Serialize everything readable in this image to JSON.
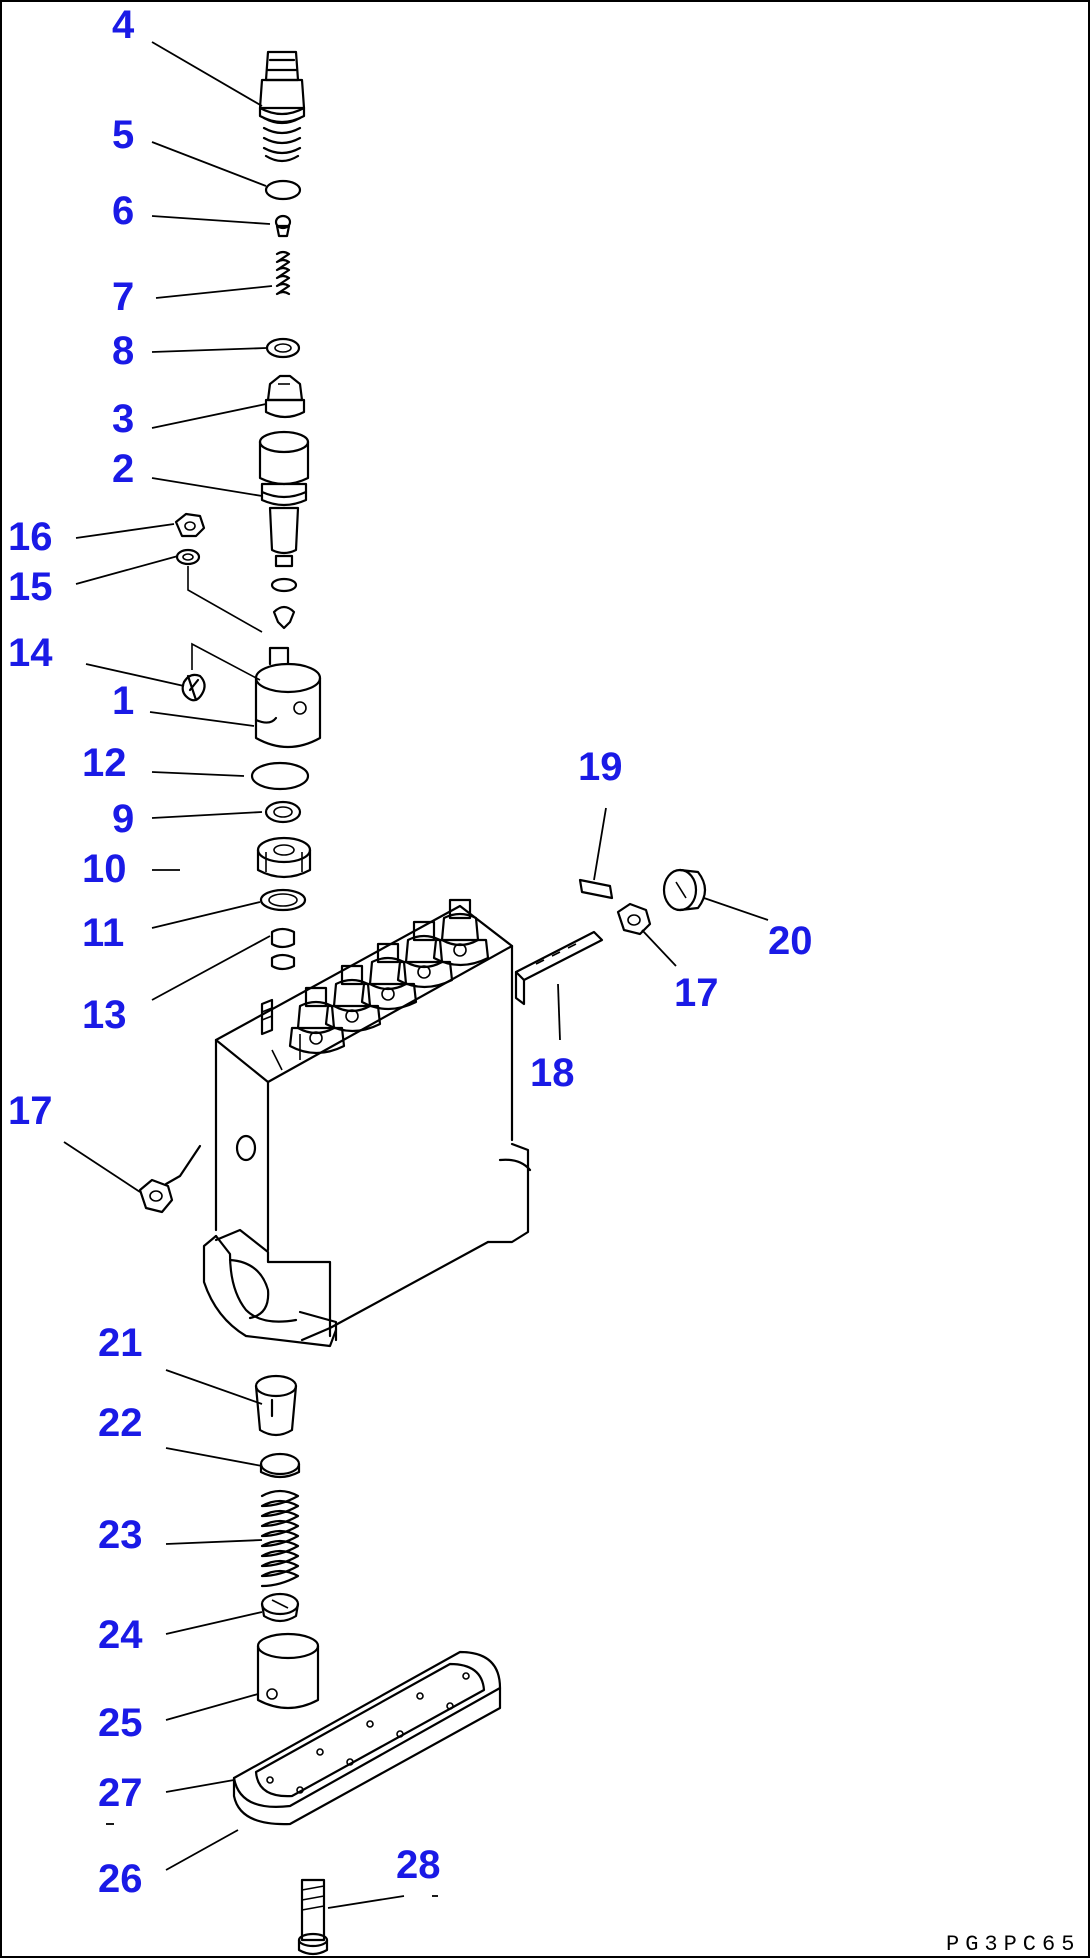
{
  "callouts": [
    {
      "id": "c4",
      "label": "4"
    },
    {
      "id": "c5",
      "label": "5"
    },
    {
      "id": "c6",
      "label": "6"
    },
    {
      "id": "c7",
      "label": "7"
    },
    {
      "id": "c8",
      "label": "8"
    },
    {
      "id": "c3",
      "label": "3"
    },
    {
      "id": "c2",
      "label": "2"
    },
    {
      "id": "c16",
      "label": "16"
    },
    {
      "id": "c15",
      "label": "15"
    },
    {
      "id": "c14",
      "label": "14"
    },
    {
      "id": "c1",
      "label": "1"
    },
    {
      "id": "c12",
      "label": "12"
    },
    {
      "id": "c9",
      "label": "9"
    },
    {
      "id": "c10",
      "label": "10"
    },
    {
      "id": "c11",
      "label": "11"
    },
    {
      "id": "c13",
      "label": "13"
    },
    {
      "id": "c19",
      "label": "19"
    },
    {
      "id": "c20",
      "label": "20"
    },
    {
      "id": "c17a",
      "label": "17"
    },
    {
      "id": "c18",
      "label": "18"
    },
    {
      "id": "c17b",
      "label": "17"
    },
    {
      "id": "c21",
      "label": "21"
    },
    {
      "id": "c22",
      "label": "22"
    },
    {
      "id": "c23",
      "label": "23"
    },
    {
      "id": "c24",
      "label": "24"
    },
    {
      "id": "c25",
      "label": "25"
    },
    {
      "id": "c27",
      "label": "27"
    },
    {
      "id": "c26",
      "label": "26"
    },
    {
      "id": "c28",
      "label": "28"
    }
  ],
  "drawing_code": "PG3PC65",
  "colors": {
    "callout": "#1a1ae6",
    "line": "#000000",
    "background": "#ffffff"
  }
}
